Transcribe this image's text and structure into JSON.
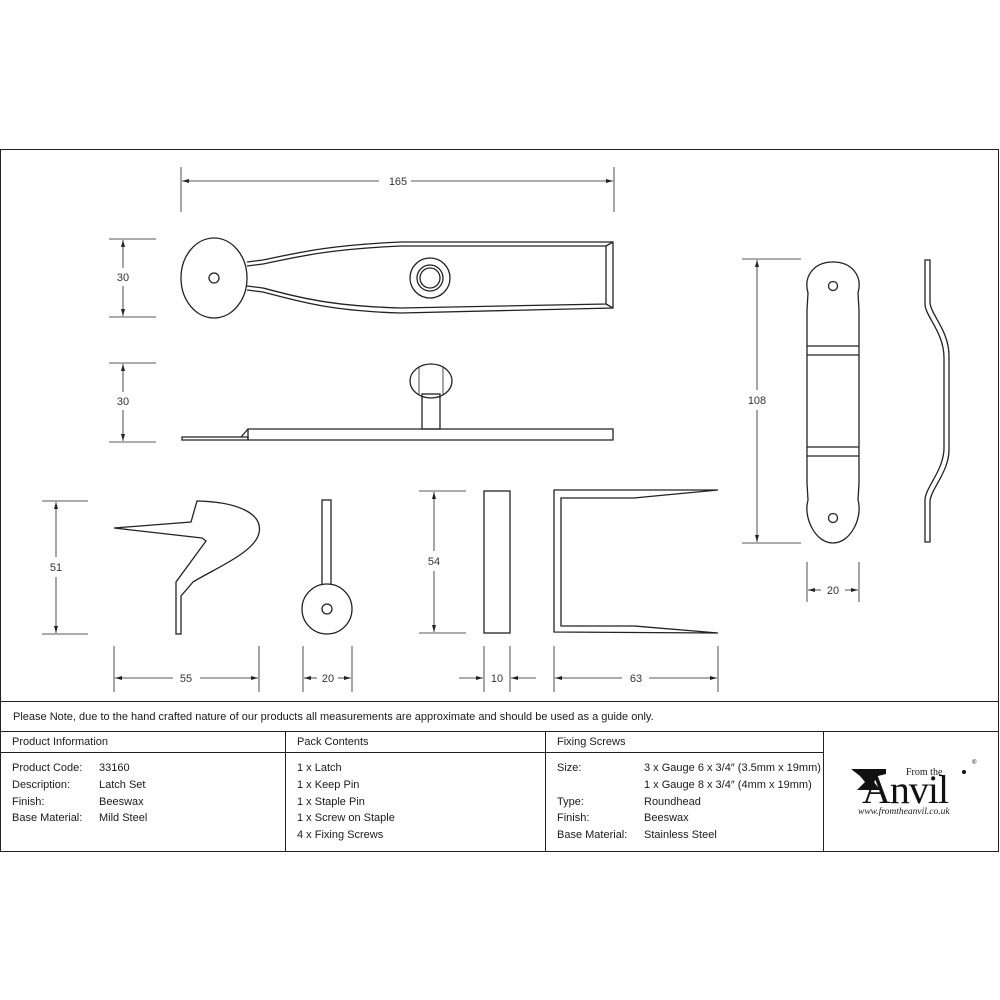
{
  "dimensions": {
    "latch_length": "165",
    "latch_height": "30",
    "latch_side_height": "30",
    "keep_height": "51",
    "keep_width": "55",
    "staple_pin_width": "20",
    "staple_height": "54",
    "staple_side_width": "10",
    "staple_width": "63",
    "screw_staple_height": "108",
    "screw_staple_width": "20"
  },
  "note": "Please Note, due to the hand crafted nature of our products all measurements are approximate and should be used as a guide only.",
  "product_info": {
    "heading": "Product Information",
    "rows": [
      {
        "label": "Product Code:",
        "value": "33160"
      },
      {
        "label": "Description:",
        "value": "Latch Set"
      },
      {
        "label": "Finish:",
        "value": "Beeswax"
      },
      {
        "label": "Base Material:",
        "value": "Mild Steel"
      }
    ]
  },
  "pack_contents": {
    "heading": "Pack Contents",
    "items": [
      "1 x Latch",
      "1 x Keep Pin",
      "1 x Staple Pin",
      "1 x Screw on Staple",
      "4 x Fixing Screws"
    ]
  },
  "fixing_screws": {
    "heading": "Fixing Screws",
    "size_label": "Size:",
    "size_values": [
      "3 x Gauge 6 x 3/4″ (3.5mm x 19mm)",
      "1 x Gauge 8 x 3/4″ (4mm x 19mm)"
    ],
    "rows": [
      {
        "label": "Type:",
        "value": "Roundhead"
      },
      {
        "label": "Finish:",
        "value": "Beeswax"
      },
      {
        "label": "Base Material:",
        "value": "Stainless Steel"
      }
    ]
  },
  "logo": {
    "small": "From the",
    "big": "Anvil",
    "url": "www.fromtheanvil.co.uk"
  }
}
